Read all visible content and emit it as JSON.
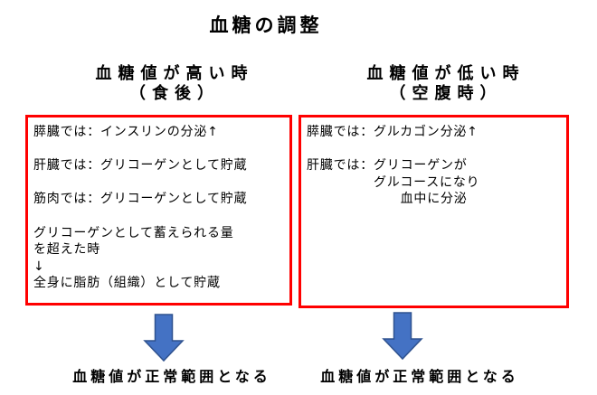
{
  "title": "血糖の調整",
  "columns": [
    {
      "header_line1": "血糖値が高い時",
      "header_line2": "（食後）",
      "box_lines": [
        "膵臓では：インスリンの分泌↑",
        "",
        "肝臓では：グリコーゲンとして貯蔵",
        "",
        "筋肉では：グリコーゲンとして貯蔵",
        "",
        "グリコーゲンとして蓄えられる量",
        "を超えた時",
        "↓",
        "全身に脂肪（組織）として貯蔵"
      ],
      "result": "血糖値が正常範囲となる"
    },
    {
      "header_line1": "血糖値が低い時",
      "header_line2": "（空腹時）",
      "box_lines": [
        "膵臓では：グルカゴン分泌↑",
        "",
        "肝臓では：グリコーゲンが",
        "　　　　　グルコースになり",
        "　　　　　　　血中に分泌"
      ],
      "result": "血糖値が正常範囲となる"
    }
  ],
  "icons": {
    "down_arrow": "down-arrow-icon"
  },
  "colors": {
    "background": "#FFFFFF",
    "text": "#000000",
    "box_border": "#FF0000",
    "arrow_fill": "#4472C4",
    "arrow_stroke": "#2F528F"
  }
}
